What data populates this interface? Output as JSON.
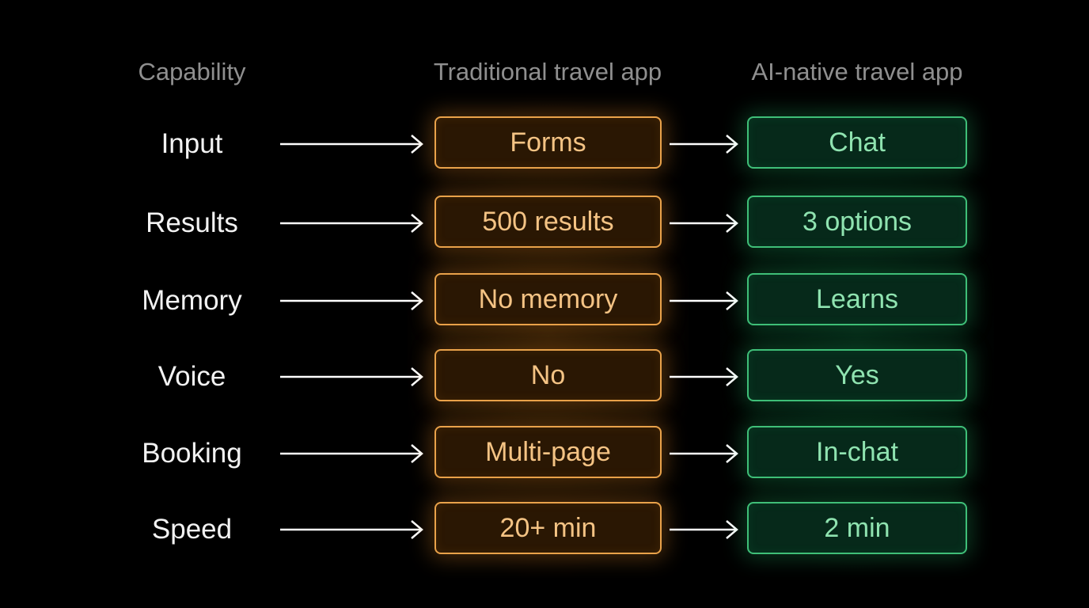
{
  "headers": {
    "capability": "Capability",
    "traditional": "Traditional travel app",
    "ai_native": "AI-native travel app"
  },
  "rows": [
    {
      "capability": "Input",
      "traditional": "Forms",
      "ai_native": "Chat"
    },
    {
      "capability": "Results",
      "traditional": "500 results",
      "ai_native": "3 options"
    },
    {
      "capability": "Memory",
      "traditional": "No memory",
      "ai_native": "Learns"
    },
    {
      "capability": "Voice",
      "traditional": "No",
      "ai_native": "Yes"
    },
    {
      "capability": "Booking",
      "traditional": "Multi-page",
      "ai_native": "In-chat"
    },
    {
      "capability": "Speed",
      "traditional": "20+ min",
      "ai_native": "2 min"
    }
  ],
  "colors": {
    "background": "#000000",
    "header_text": "#8f8f8f",
    "label_text": "#f2f2f2",
    "arrow": "#ffffff",
    "traditional_border": "#e9a24a",
    "traditional_text": "#f4c384",
    "ai_border": "#3fbf78",
    "ai_text": "#8fe3b0"
  }
}
